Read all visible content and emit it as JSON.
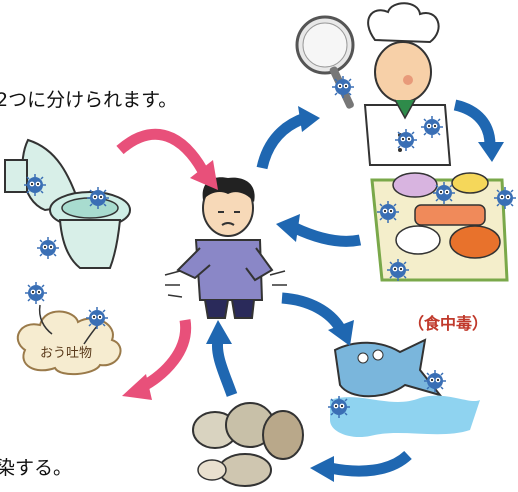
{
  "text_top": "2つに分けられます。",
  "text_bottom": "染する。",
  "label_food_poisoning": "（食中毒）",
  "label_vomit": "おう吐物",
  "colors": {
    "pink_arrow": "#e8507a",
    "blue_arrow": "#1f67b1",
    "virus": "#3a6fb5",
    "label_red": "#c0392b"
  }
}
